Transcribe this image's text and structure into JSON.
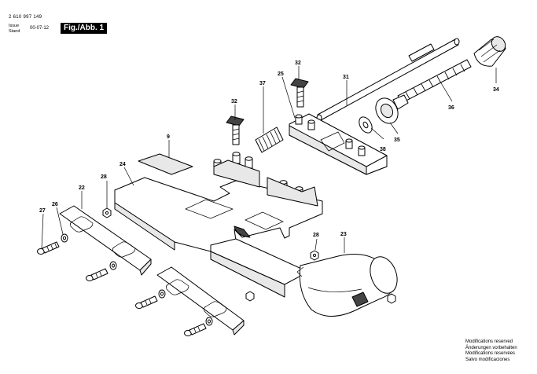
{
  "header": {
    "doc_number": "2 610 997 149",
    "issue_label_1": "Issue",
    "issue_label_2": "Stand",
    "issue_date": "00-07-12",
    "fig_label": "Fig./Abb. 1"
  },
  "footer_notes": [
    "Modifications reserved",
    "Änderungen vorbehalten",
    "Modifications reservées",
    "Salvo modificaciones"
  ],
  "part_labels": {
    "p9": "9",
    "p22": "22",
    "p23": "23",
    "p24": "24",
    "p25": "25",
    "p26": "26",
    "p27": "27",
    "p28a": "28",
    "p28b": "28",
    "p31": "31",
    "p32a": "32",
    "p32b": "32",
    "p34": "34",
    "p35": "35",
    "p36": "36",
    "p37": "37",
    "p38": "38"
  }
}
